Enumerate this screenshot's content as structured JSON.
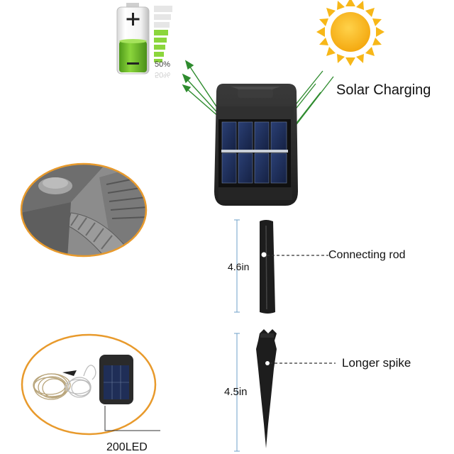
{
  "battery": {
    "level_label": "50%",
    "level_fraction": 0.5,
    "icon": "battery-icon"
  },
  "sun": {
    "icon": "sun-icon"
  },
  "solar": {
    "label": "Solar Charging"
  },
  "rod": {
    "dimension": "4.6in",
    "label": "Connecting rod"
  },
  "spike": {
    "dimension": "4.5in",
    "label": "Longer spike"
  },
  "kit": {
    "label": "200LED"
  },
  "colors": {
    "accent_orange": "#E89A2C",
    "sun_yellow": "#F7B718",
    "arrow_green": "#2E8B2E",
    "battery_green": "#6CBF2A",
    "panel_blue": "#1F2E57",
    "housing": "#2B2B2B",
    "dim_line": "#6FA0C8"
  }
}
